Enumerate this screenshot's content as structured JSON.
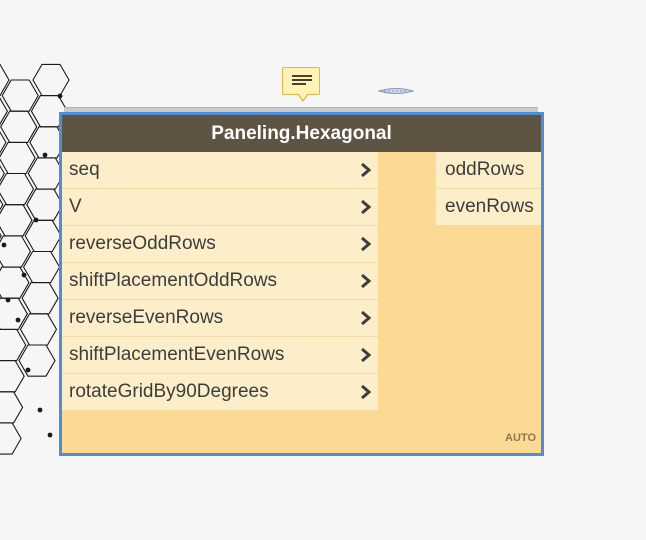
{
  "node": {
    "title": "Paneling.Hexagonal",
    "inputs": [
      {
        "label": "seq"
      },
      {
        "label": "V"
      },
      {
        "label": "reverseOddRows"
      },
      {
        "label": "shiftPlacementOddRows"
      },
      {
        "label": "reverseEvenRows"
      },
      {
        "label": "shiftPlacementEvenRows"
      },
      {
        "label": "rotateGridBy90Degrees"
      }
    ],
    "outputs": [
      {
        "label": "oddRows"
      },
      {
        "label": "evenRows"
      }
    ],
    "lacing": "AUTO",
    "colors": {
      "header": "#5e5443",
      "body": "#fcda93",
      "port": "#fdeeca",
      "selection_border": "#4f8ed6"
    }
  },
  "toolbar": {
    "comment_icon": "comment-icon",
    "preview_icon": "preview-bubble-icon"
  },
  "background": {
    "preview": "hexagonal-grid-geometry"
  }
}
